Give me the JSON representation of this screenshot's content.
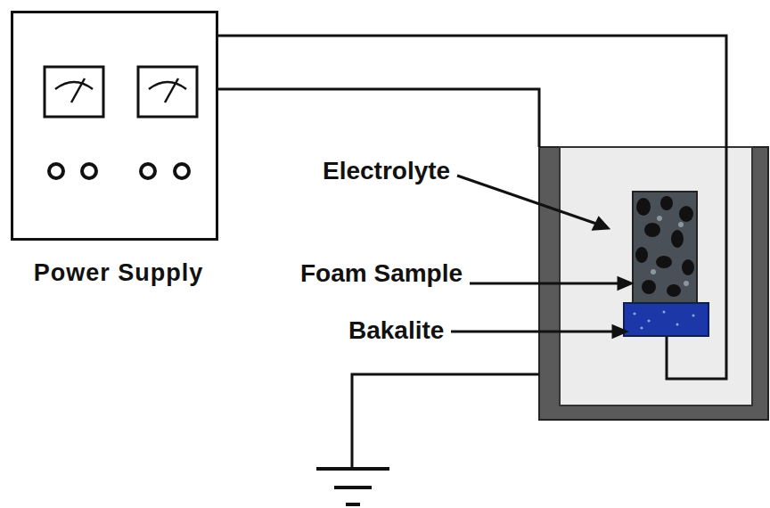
{
  "diagram": {
    "nodes": [
      {
        "text": [
          "Power Supply"
        ]
      }
    ],
    "labels": [
      "Electrolyte",
      "Foam Sample",
      "Bakalite"
    ]
  }
}
